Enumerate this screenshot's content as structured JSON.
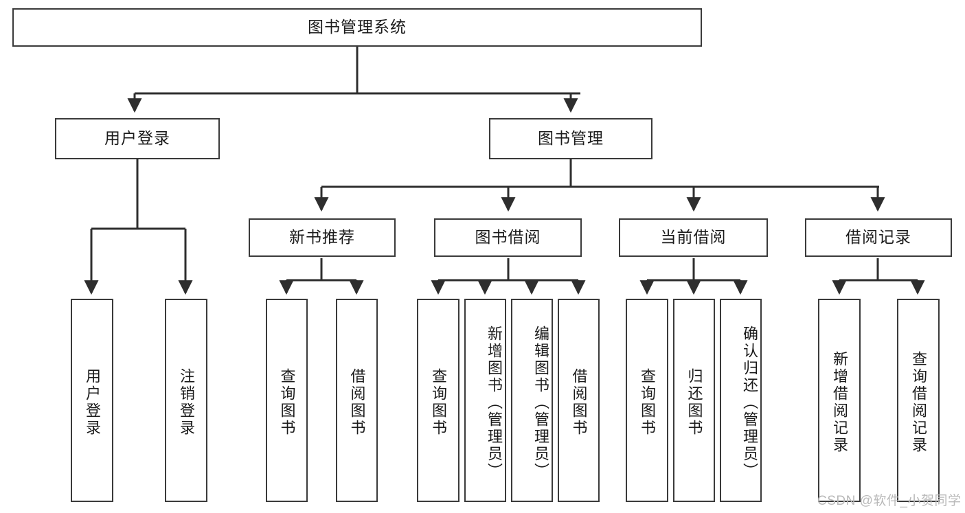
{
  "diagram": {
    "title": "图书管理系统",
    "watermark": "CSDN @软件_小贺同学",
    "colors": {
      "box_border": "#3a3a3a",
      "box_fill": "#ffffff",
      "edge": "#2e2e2e",
      "text": "#1b1b1b",
      "watermark": "#b9b9b9",
      "background": "#ffffff"
    },
    "root": {
      "label": "图书管理系统"
    },
    "level1": [
      {
        "label": "用户登录"
      },
      {
        "label": "图书管理"
      }
    ],
    "level2": [
      {
        "label": "新书推荐"
      },
      {
        "label": "图书借阅"
      },
      {
        "label": "当前借阅"
      },
      {
        "label": "借阅记录"
      }
    ],
    "leaves": {
      "user_login": [
        {
          "label": "用户登录"
        },
        {
          "label": "注销登录"
        }
      ],
      "new_book": [
        {
          "label": "查询图书"
        },
        {
          "label": "借阅图书"
        }
      ],
      "book_borrow": [
        {
          "label": "查询图书"
        },
        {
          "label": "新增图书（管理员）"
        },
        {
          "label": "编辑图书（管理员）"
        },
        {
          "label": "借阅图书"
        }
      ],
      "current_borrow": [
        {
          "label": "查询图书"
        },
        {
          "label": "归还图书"
        },
        {
          "label": "确认归还（管理员）"
        }
      ],
      "borrow_record": [
        {
          "label": "新增借阅记录"
        },
        {
          "label": "查询借阅记录"
        }
      ]
    }
  }
}
